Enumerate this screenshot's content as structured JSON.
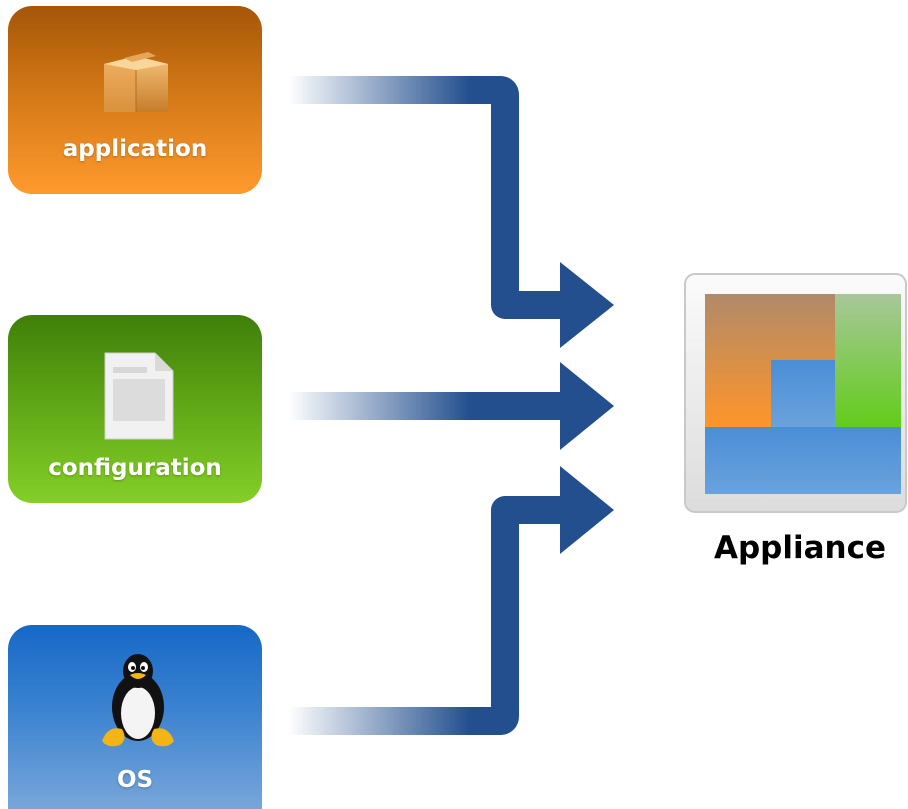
{
  "tiles": {
    "application": {
      "label": "application",
      "icon": "package-box-icon",
      "color": "#e57f1c"
    },
    "configuration": {
      "label": "configuration",
      "icon": "document-icon",
      "color": "#6eb51d"
    },
    "os": {
      "label": "OS",
      "icon": "linux-penguin-icon",
      "color": "#3f7fcf"
    }
  },
  "target": {
    "label": "Appliance",
    "icon": "appliance-icon"
  },
  "colors": {
    "arrow": "#234f8e",
    "orange": "#ff9a2d",
    "green": "#6bcd20",
    "blue": "#4f8fd3"
  }
}
